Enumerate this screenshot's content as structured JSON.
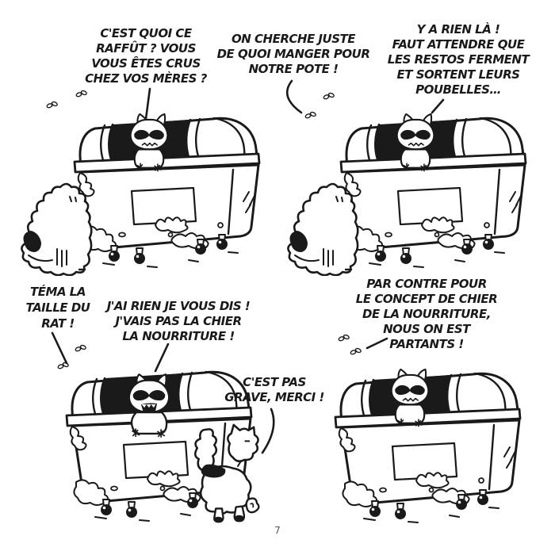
{
  "page": {
    "number": "7",
    "ink": "#1a1a1a",
    "paper": "#ffffff"
  },
  "panels": [
    {
      "bubbles": [
        {
          "lines": [
            "C'EST QUOI CE",
            "RAFFÛT ? VOUS",
            "VOUS ÊTES CRUS",
            "CHEZ VOS MÈRES ?"
          ]
        }
      ]
    },
    {
      "bubbles": [
        {
          "lines": [
            "ON CHERCHE JUSTE",
            "DE QUOI MANGER POUR",
            "NOTRE POTE !"
          ]
        },
        {
          "lines": [
            "Y A RIEN LÀ !",
            "FAUT ATTENDRE QUE",
            "LES RESTOS FERMENT",
            "ET SORTENT LEURS",
            "POUBELLES…"
          ]
        }
      ]
    },
    {
      "bubbles": [
        {
          "lines": [
            "TÉMA LA",
            "TAILLE DU",
            "RAT !"
          ]
        },
        {
          "lines": [
            "J'AI RIEN JE VOUS DIS !",
            "J'VAIS PAS LA CHIER",
            "LA NOURRITURE !"
          ]
        },
        {
          "lines": [
            "C'EST PAS",
            "GRAVE, MERCI !"
          ]
        }
      ]
    },
    {
      "bubbles": [
        {
          "lines": [
            "PAR CONTRE POUR",
            "LE CONCEPT DE CHIER",
            "DE LA NOURRITURE,",
            "NOUS ON EST",
            "PARTANTS !"
          ]
        }
      ]
    }
  ]
}
